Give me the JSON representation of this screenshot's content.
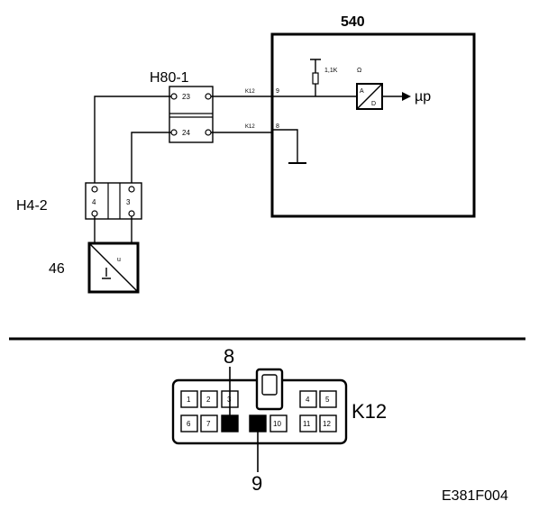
{
  "modules": {
    "ecu": {
      "id": "540",
      "out": "µp",
      "adc_in": "A",
      "adc_out": "D",
      "ohm": "Ω",
      "resistor": "1,1K"
    },
    "connector_h80": {
      "id": "H80-1",
      "pin_a": "23",
      "pin_b": "24"
    },
    "connector_h4": {
      "id": "H4-2",
      "pin_a": "4",
      "pin_b": "3"
    },
    "sensor": {
      "id": "46",
      "symbol": "u"
    }
  },
  "wires": [
    {
      "id": "K12",
      "pin": "9"
    },
    {
      "id": "K12",
      "pin": "8"
    }
  ],
  "connector_face": {
    "name": "K12",
    "callout_top": "8",
    "callout_bottom": "9",
    "top_pins": [
      "1",
      "2",
      "3",
      "",
      "",
      "4",
      "5"
    ],
    "bottom_pins": [
      "6",
      "7",
      "",
      "",
      "10",
      "11",
      "12"
    ]
  },
  "figure_code": "E381F004"
}
